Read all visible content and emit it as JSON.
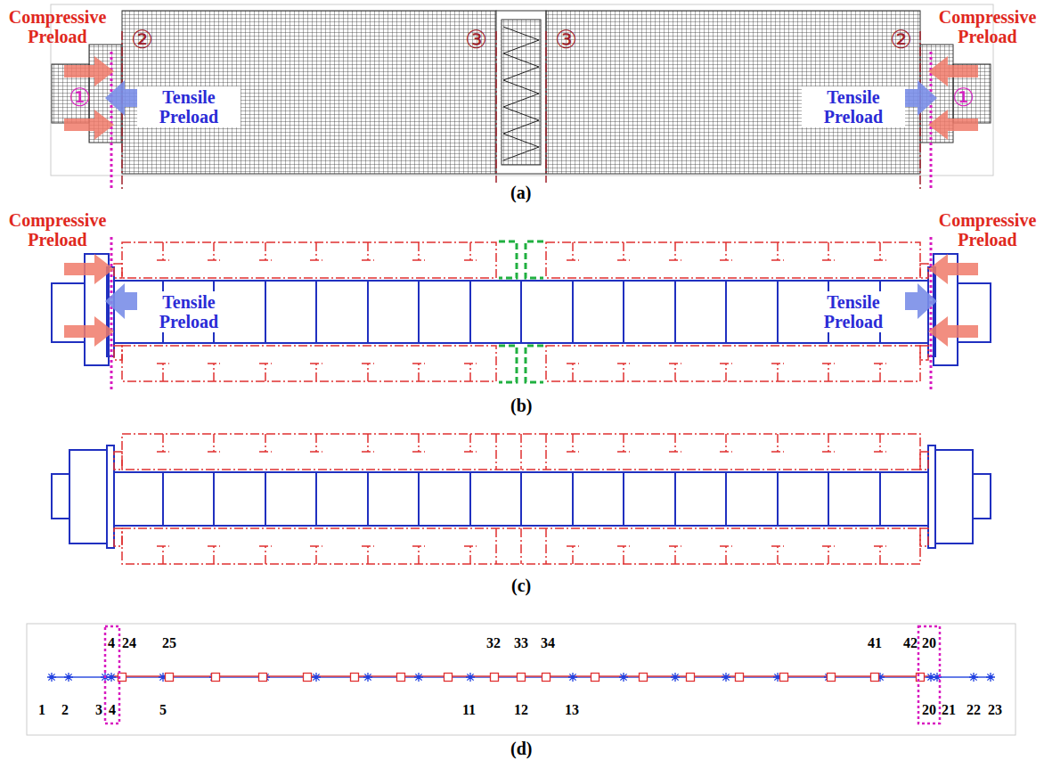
{
  "diagram": {
    "labels": [
      "Compressive Preload",
      "Compressive Preload",
      "①",
      "②",
      "Tensile Preload",
      "③",
      "③",
      "②",
      "Tensile Preload",
      "①",
      "(a)",
      "Compressive Preload",
      "Compressive Preload",
      "Tensile Preload",
      "Tensile Preload",
      "(b)",
      "(c)",
      "4",
      "24",
      "25",
      "32",
      "33",
      "34",
      "41",
      "42",
      "20",
      "1",
      "2",
      "3",
      "4",
      "5",
      "11",
      "12",
      "13",
      "20",
      "21",
      "22",
      "23",
      "(d)"
    ]
  }
}
